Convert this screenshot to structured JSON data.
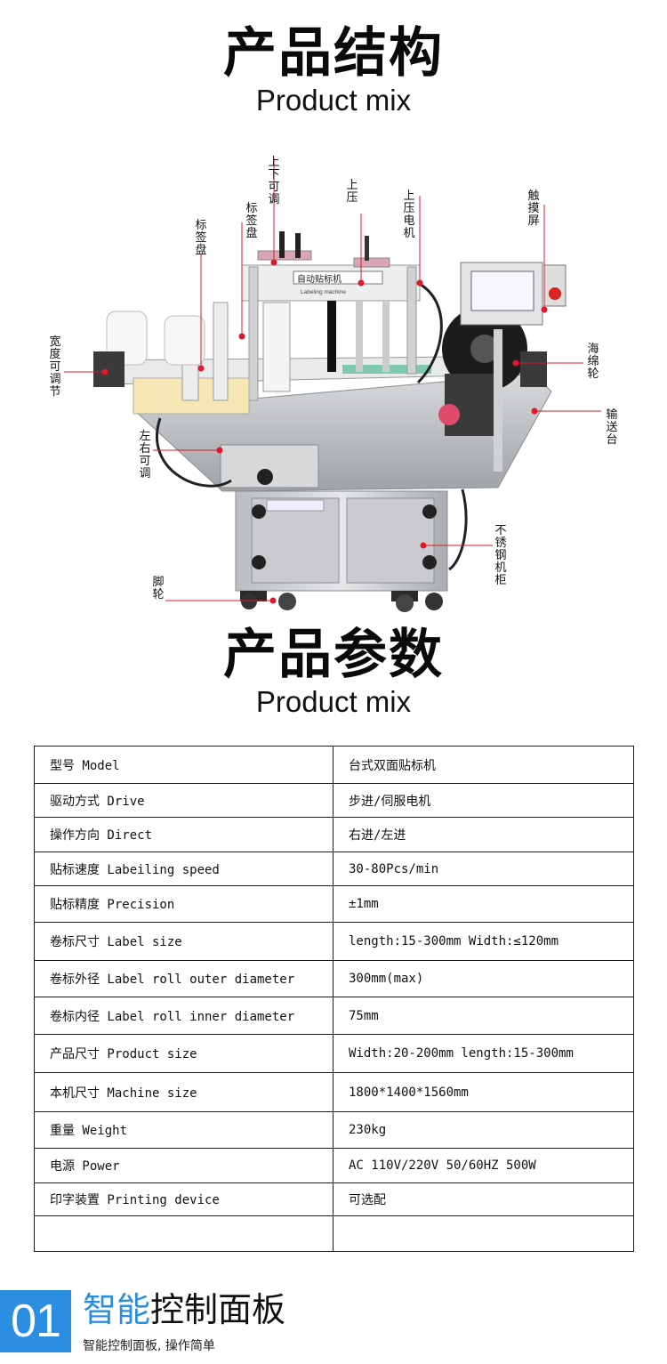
{
  "section1": {
    "title_cn": "产品结构",
    "title_en": "Product mix",
    "machine_plate": "自动贴标机",
    "machine_plate_en": "Labeling machine",
    "callouts": [
      {
        "id": "up-down-adjust",
        "text": "上下可调"
      },
      {
        "id": "press-top",
        "text": "上压"
      },
      {
        "id": "press-motor",
        "text": "上压电机"
      },
      {
        "id": "touch-screen",
        "text": "触摸屏"
      },
      {
        "id": "label-tray-1",
        "text": "标签盘"
      },
      {
        "id": "label-tray-2",
        "text": "标签盘"
      },
      {
        "id": "width-adjust",
        "text": "宽度可调节"
      },
      {
        "id": "sponge-wheel",
        "text": "海绵轮"
      },
      {
        "id": "conveyor",
        "text": "输送台"
      },
      {
        "id": "lr-adjust",
        "text": "左右可调"
      },
      {
        "id": "stainless-cabinet",
        "text": "不锈钢机柜"
      },
      {
        "id": "caster",
        "text": "脚轮"
      }
    ]
  },
  "section2": {
    "title_cn": "产品参数",
    "title_en": "Product mix",
    "rows": [
      {
        "name": "型号 Model",
        "value": "台式双面贴标机"
      },
      {
        "name": "驱动方式 Drive",
        "value": "步进/伺服电机"
      },
      {
        "name": "操作方向 Direct",
        "value": "右进/左进"
      },
      {
        "name": "贴标速度 Labeiling speed",
        "value": "30-80Pcs/min"
      },
      {
        "name": "贴标精度 Precision",
        "value": "±1mm"
      },
      {
        "name": "卷标尺寸 Label size",
        "value": "length:15-300mm Width:≤120mm"
      },
      {
        "name": "卷标外径 Label roll outer diameter",
        "value": "300mm(max)"
      },
      {
        "name": "卷标内径 Label roll inner diameter",
        "value": "75mm"
      },
      {
        "name": "产品尺寸 Product size",
        "value": "Width:20-200mm length:15-300mm"
      },
      {
        "name": "本机尺寸 Machine size",
        "value": "1800*1400*1560mm"
      },
      {
        "name": "重量 Weight",
        "value": "230kg"
      },
      {
        "name": "电源 Power",
        "value": "AC 110V/220V 50/60HZ 500W"
      },
      {
        "name": "印字装置 Printing device",
        "value": "可选配"
      },
      {
        "name": "",
        "value": ""
      }
    ]
  },
  "section3": {
    "number": "01",
    "title_highlight": "智能",
    "title_rest": "控制面板",
    "subtitle": "智能控制面板, 操作简单"
  },
  "colors": {
    "accent": "#2c8ee0",
    "callout_dot": "#e0182c"
  }
}
